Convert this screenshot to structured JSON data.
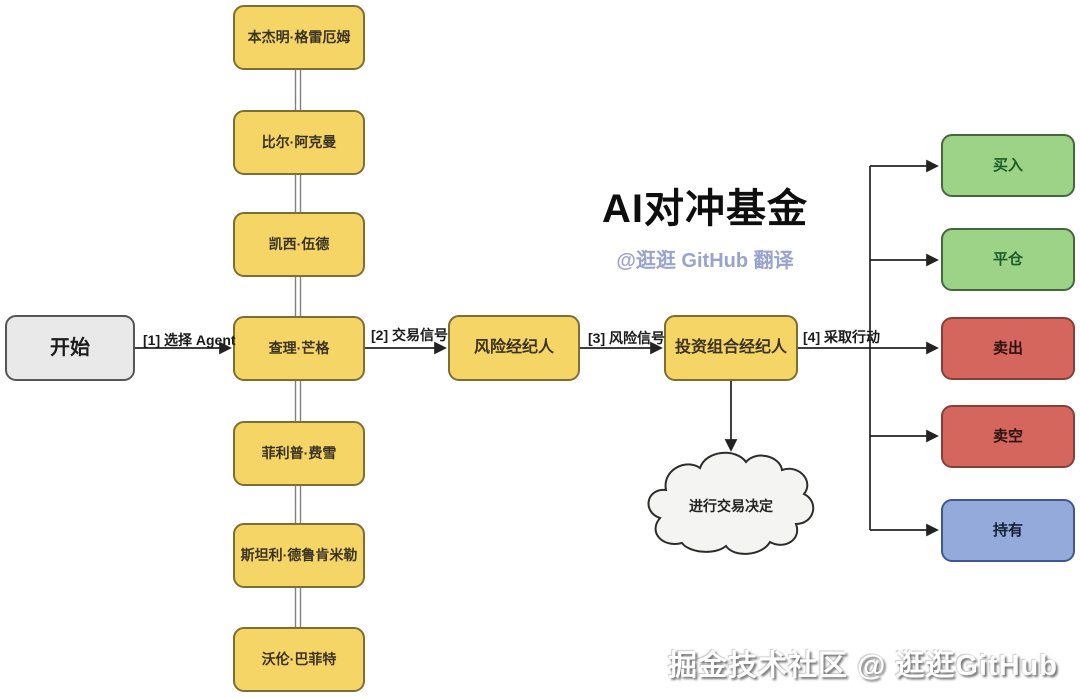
{
  "title": {
    "text": "AI对冲基金",
    "subtitle": "@逛逛 GitHub 翻译"
  },
  "watermark": "掘金技术社区 @ 逛逛GitHub",
  "flow": {
    "start": "开始",
    "agents": [
      "本杰明·格雷厄姆",
      "比尔·阿克曼",
      "凯西·伍德",
      "查理·芒格",
      "菲利普·费雪",
      "斯坦利·德鲁肯米勒",
      "沃伦·巴菲特"
    ],
    "risk_manager": "风险经纪人",
    "portfolio_manager": "投资组合经纪人",
    "decision_cloud": "进行交易决定",
    "actions": [
      {
        "label": "买入",
        "kind": "green"
      },
      {
        "label": "平仓",
        "kind": "green"
      },
      {
        "label": "卖出",
        "kind": "red"
      },
      {
        "label": "卖空",
        "kind": "red"
      },
      {
        "label": "持有",
        "kind": "blue"
      }
    ],
    "edge_labels": [
      "[1] 选择 Agent",
      "[2] 交易信号",
      "[3] 风险信号",
      "[4] 采取行动"
    ]
  },
  "colors": {
    "agent_fill": "#f5d565",
    "agent_border": "#7d6f33",
    "start_fill": "#e9e9e9",
    "green_fill": "#9cd387",
    "red_fill": "#d4665d",
    "blue_fill": "#93aadb",
    "edge_line": "#222222",
    "double_link_line": "#808080",
    "cloud_fill": "#f4f4f2",
    "subtitle_text": "#9aa3cb"
  }
}
